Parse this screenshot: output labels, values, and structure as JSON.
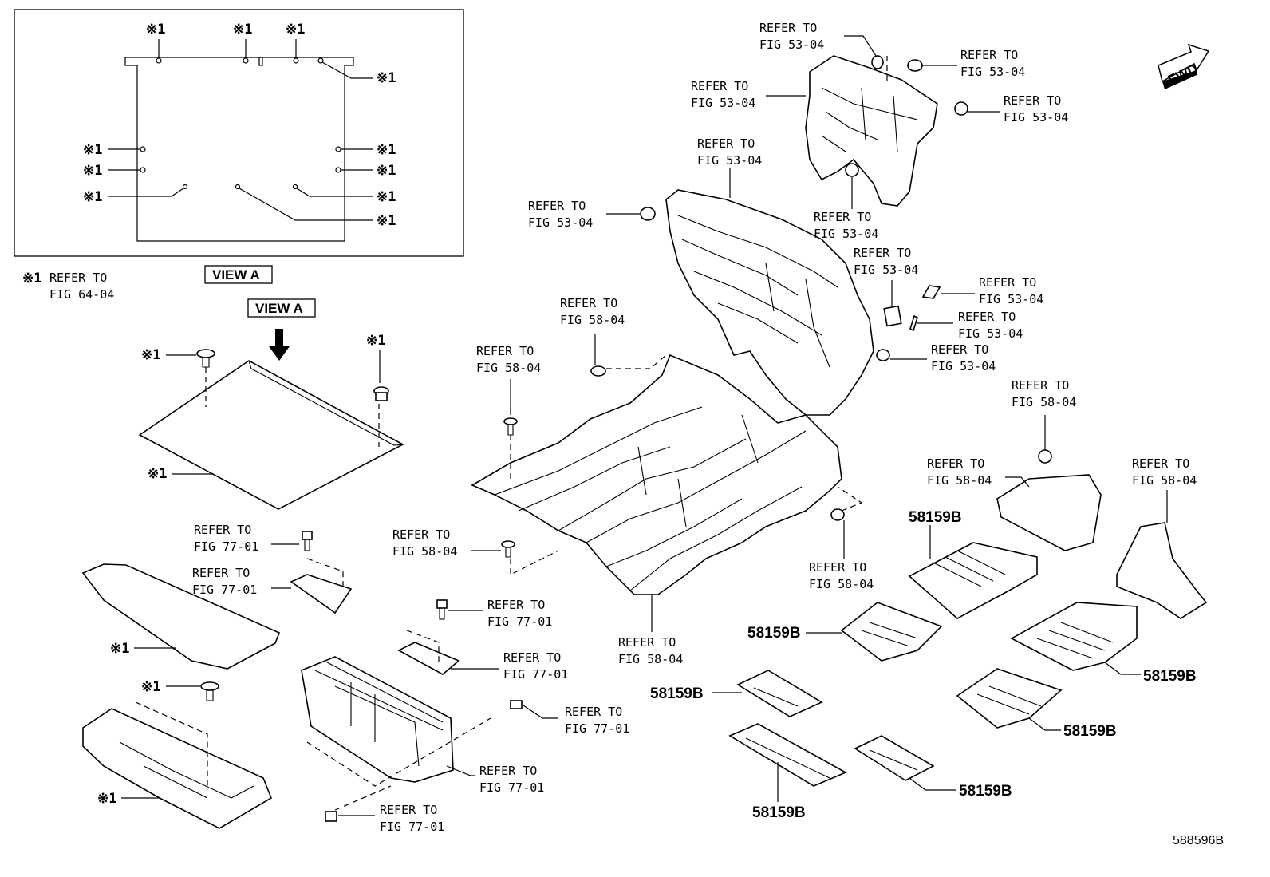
{
  "refer_to": "REFER TO",
  "fig_53_04": "FIG 53-04",
  "fig_58_04": "FIG 58-04",
  "fig_77_01": "FIG 77-01",
  "fig_64_04": "FIG 64-04",
  "ref_mark": "※1",
  "part_number": "58159B",
  "view_a": "VIEW A",
  "fwd": "FWD",
  "figure_id": "588596B"
}
